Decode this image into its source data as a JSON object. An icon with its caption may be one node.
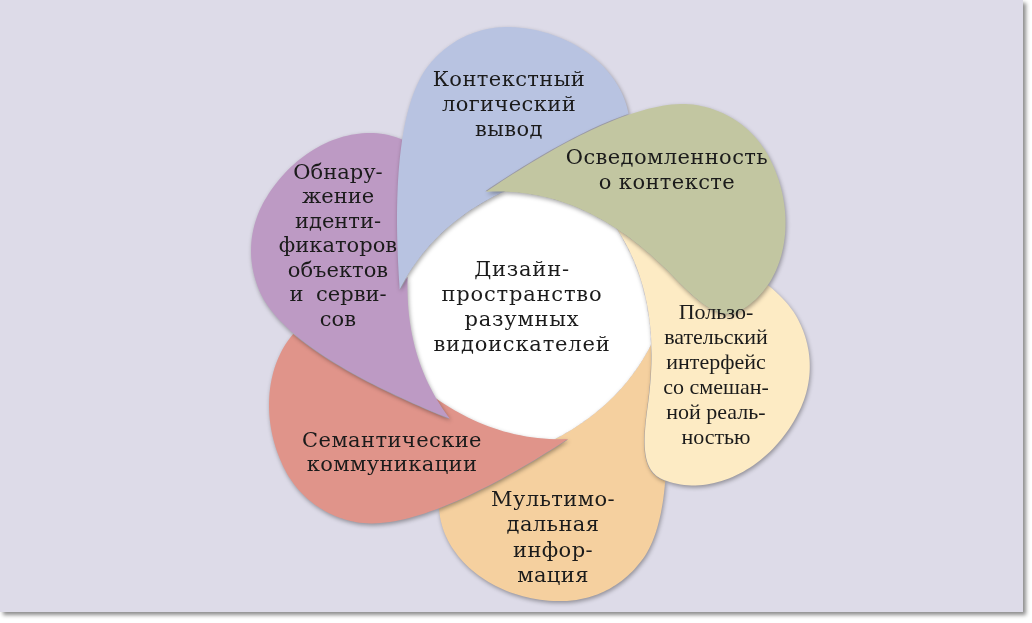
{
  "diagram": {
    "nodes": [
      {
        "text": [
          "Дизайн-пространство разумных видоискателей"
        ]
      },
      {
        "text": [
          "Контекстный логический вывод"
        ]
      },
      {
        "text": [
          "Осведомленность о контексте"
        ]
      },
      {
        "text": [
          "Пользо- вательский интерфейс со смешан- ной реаль- ностью"
        ]
      },
      {
        "text": [
          "Мультимо- дальная инфор- мация"
        ]
      },
      {
        "text": [
          "Семантические коммуникации"
        ]
      },
      {
        "text": [
          "Обнару- жение иденти- фикаторов объектов и серви- сов"
        ]
      }
    ]
  }
}
